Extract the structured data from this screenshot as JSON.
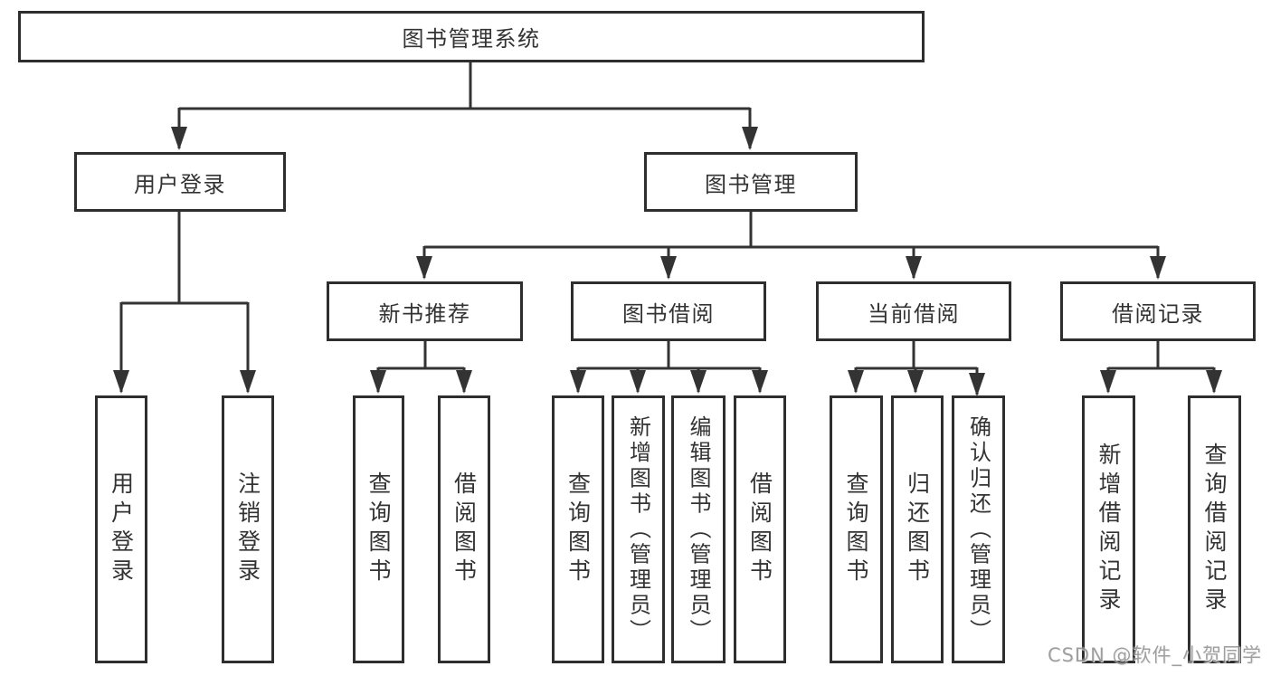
{
  "tree": {
    "label": "图书管理系统",
    "children": [
      {
        "label": "用户登录",
        "children": [
          {
            "label": "用户登录"
          },
          {
            "label": "注销登录"
          }
        ]
      },
      {
        "label": "图书管理",
        "children": [
          {
            "label": "新书推荐",
            "children": [
              {
                "label": "查询图书"
              },
              {
                "label": "借阅图书"
              }
            ]
          },
          {
            "label": "图书借阅",
            "children": [
              {
                "label": "查询图书"
              },
              {
                "label": "新增图书（管理员）"
              },
              {
                "label": "编辑图书（管理员）"
              },
              {
                "label": "借阅图书"
              }
            ]
          },
          {
            "label": "当前借阅",
            "children": [
              {
                "label": "查询图书"
              },
              {
                "label": "归还图书"
              },
              {
                "label": "确认归还（管理员）"
              }
            ]
          },
          {
            "label": "借阅记录",
            "children": [
              {
                "label": "新增借阅记录"
              },
              {
                "label": "查询借阅记录"
              }
            ]
          }
        ]
      }
    ]
  },
  "watermark": {
    "text": "CSDN @软件_小贺同学"
  },
  "colors": {
    "line": "#333333",
    "box_border": "#2e2e2e",
    "text": "#333333",
    "background": "#ffffff",
    "watermark": "#8f8f8f"
  }
}
